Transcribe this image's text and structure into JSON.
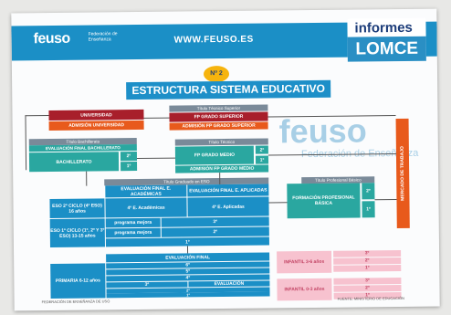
{
  "header": {
    "logo": "feuso",
    "logo_sub": "Federación de Enseñanza",
    "site": "WWW.FEUSO.ES",
    "informes": "informes",
    "lomce": "LOMCE"
  },
  "number_badge": "Nº 2",
  "title": "ESTRUCTURA SISTEMA EDUCATIVO",
  "watermark": {
    "logo": "feuso",
    "text": "Federación de Enseñanza"
  },
  "university": {
    "universidad": "UNIVERSIDAD",
    "admision": "ADMISIÓN UNIVERSIDAD"
  },
  "fp_superior": {
    "caption": "Título Técnico Superior",
    "grado": "FP GRADO SUPERIOR",
    "admision": "ADMISIÓN FP GRADO SUPERIOR"
  },
  "bachillerato": {
    "caption": "Título Bachillerato",
    "evaluacion": "EVALUACIÓN FINAL BACHILLERATO",
    "name": "BACHILLERATO",
    "c2": "2º",
    "c1": "1º"
  },
  "fp_medio": {
    "caption": "Título Técnico",
    "grado": "FP GRADO MEDIO",
    "c2": "2º",
    "c1": "1º",
    "admision": "ADMISIÓN FP GRADO MEDIO"
  },
  "eso_caption": "Título Graduado en ESO",
  "fp_basica_caption": "Título Profesional Básico",
  "eso": {
    "eval_academicas": "EVALUACIÓN FINAL E. ACADÉMICAS",
    "eval_aplicadas": "EVALUACIÓN FINAL E. APLICADAS",
    "ciclo2": "ESO 2º CICLO (4º ESO) 16 años",
    "ciclo2_acad": "4º E. Académicas",
    "ciclo2_apl": "4º E. Aplicadas",
    "ciclo1": "ESO 1º CICLO (1º, 2º Y 3º ESO) 13-15 años",
    "pm1": "programa mejora",
    "pm2": "programa mejora",
    "c3": "3º",
    "c2": "2º",
    "c1": "1º"
  },
  "fp_basica": {
    "name": "FORMACIÓN PROFESIONAL BÁSICA",
    "c2": "2º",
    "c1": "1º"
  },
  "mercado": "MERCADO DE TRABAJO",
  "primaria": {
    "evaluacion": "EVALUACIÓN FINAL",
    "name": "PRIMARIA 6-12 años",
    "c6": "6º",
    "c5": "5º",
    "c4": "4º",
    "c3": "3º",
    "c3_eval": "EVALUACIÓN",
    "c2": "2º",
    "c1": "1º"
  },
  "infantil_36": {
    "name": "INFANTIL 3-6 años",
    "c3": "3º",
    "c2": "2º",
    "c1": "1º"
  },
  "infantil_03": {
    "name": "INFANTIL 0-3 años",
    "c3": "3º",
    "c2": "2º",
    "c1": "1º"
  },
  "footer": {
    "left": "FEDERACIÓN DE ENSEÑANZA DE USO",
    "right": "FUENTE: MINISTERIO DE EDUCACIÓN"
  },
  "colors": {
    "primary_blue": "#1b8fc6",
    "dark_red": "#a81f2b",
    "orange": "#e85a1c",
    "teal": "#2aa7a0",
    "pink": "#f7c2cf"
  }
}
